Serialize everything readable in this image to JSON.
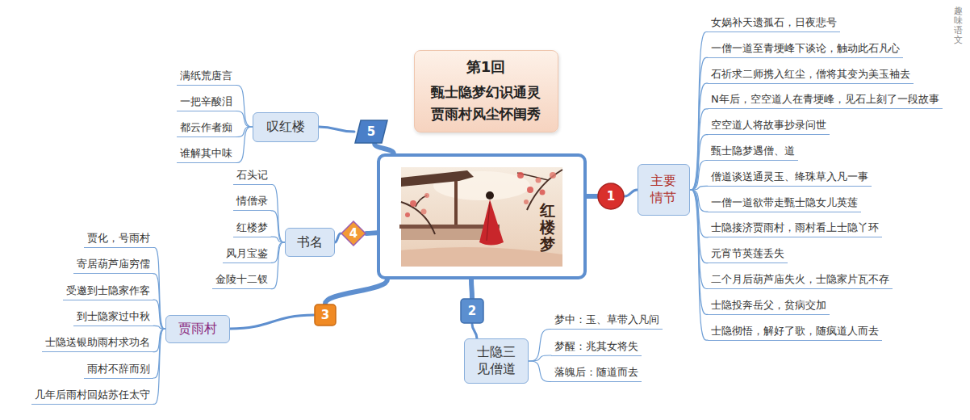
{
  "diagram": {
    "nodes": [
      {
        "text": [
          "第1回",
          "甄士隐梦幻识通灵 贾雨村风尘怀闺秀"
        ]
      },
      {
        "text": [
          "红楼梦"
        ]
      },
      {
        "text": [
          "1"
        ]
      },
      {
        "text": [
          "主要 情节"
        ]
      },
      {
        "text": [
          "女娲补天遗孤石，日夜悲号"
        ]
      },
      {
        "text": [
          "一僧一道至青埂峰下谈论，触动此石凡心"
        ]
      },
      {
        "text": [
          "石祈求二师携入红尘，僧将其变为美玉袖去"
        ]
      },
      {
        "text": [
          "N年后，空空道人在青埂峰，见石上刻了一段故事"
        ]
      },
      {
        "text": [
          "空空道人将故事抄录问世"
        ]
      },
      {
        "text": [
          "甄士隐梦遇僧、道"
        ]
      },
      {
        "text": [
          "僧道谈送通灵玉、绛珠草入凡一事"
        ]
      },
      {
        "text": [
          "一僧一道欲带走甄士隐女儿英莲"
        ]
      },
      {
        "text": [
          "士隐接济贾雨村，雨村看上士隐丫环"
        ]
      },
      {
        "text": [
          "元宵节英莲丢失"
        ]
      },
      {
        "text": [
          "二个月后葫芦庙失火，士隐家片瓦不存"
        ]
      },
      {
        "text": [
          "士隐投奔岳父，贫病交加"
        ]
      },
      {
        "text": [
          "士隐彻悟，解好了歌，随疯道人而去"
        ]
      },
      {
        "text": [
          "2"
        ]
      },
      {
        "text": [
          "士隐三 见僧道"
        ]
      },
      {
        "text": [
          "梦中：玉、草带入凡间"
        ]
      },
      {
        "text": [
          "梦醒：兆其女将失"
        ]
      },
      {
        "text": [
          "落魄后：随道而去"
        ]
      },
      {
        "text": [
          "3"
        ]
      },
      {
        "text": [
          "贾雨村"
        ]
      },
      {
        "text": [
          "贾化，号雨村"
        ]
      },
      {
        "text": [
          "寄居葫芦庙穷儒"
        ]
      },
      {
        "text": [
          "受邀到士隐家作客"
        ]
      },
      {
        "text": [
          "到士隐家过中秋"
        ]
      },
      {
        "text": [
          "士隐送银助雨村求功名"
        ]
      },
      {
        "text": [
          "雨村不辞而别"
        ]
      },
      {
        "text": [
          "几年后雨村回姑苏任太守"
        ]
      },
      {
        "text": [
          "4"
        ]
      },
      {
        "text": [
          "书名"
        ]
      },
      {
        "text": [
          "石头记"
        ]
      },
      {
        "text": [
          "情僧录"
        ]
      },
      {
        "text": [
          "红楼梦"
        ]
      },
      {
        "text": [
          "风月宝鉴"
        ]
      },
      {
        "text": [
          "金陵十二钗"
        ]
      },
      {
        "text": [
          "5"
        ]
      },
      {
        "text": [
          "叹红楼"
        ]
      },
      {
        "text": [
          "满纸荒唐言"
        ]
      },
      {
        "text": [
          "一把辛酸泪"
        ]
      },
      {
        "text": [
          "都云作者痴"
        ]
      },
      {
        "text": [
          "谁解其中味"
        ]
      }
    ],
    "edges": [
      {
        "from": 1,
        "to": 2,
        "arrow": "none"
      },
      {
        "from": 2,
        "to": 3,
        "arrow": "none"
      },
      {
        "from": 3,
        "to": 4,
        "arrow": "none"
      },
      {
        "from": 3,
        "to": 5,
        "arrow": "none"
      },
      {
        "from": 3,
        "to": 6,
        "arrow": "none"
      },
      {
        "from": 3,
        "to": 7,
        "arrow": "none"
      },
      {
        "from": 3,
        "to": 8,
        "arrow": "none"
      },
      {
        "from": 3,
        "to": 9,
        "arrow": "none"
      },
      {
        "from": 3,
        "to": 10,
        "arrow": "none"
      },
      {
        "from": 3,
        "to": 11,
        "arrow": "none"
      },
      {
        "from": 3,
        "to": 12,
        "arrow": "none"
      },
      {
        "from": 3,
        "to": 13,
        "arrow": "none"
      },
      {
        "from": 3,
        "to": 14,
        "arrow": "none"
      },
      {
        "from": 3,
        "to": 15,
        "arrow": "none"
      },
      {
        "from": 3,
        "to": 16,
        "arrow": "none"
      },
      {
        "from": 1,
        "to": 17,
        "arrow": "none"
      },
      {
        "from": 17,
        "to": 18,
        "arrow": "none"
      },
      {
        "from": 18,
        "to": 19,
        "arrow": "none"
      },
      {
        "from": 18,
        "to": 20,
        "arrow": "none"
      },
      {
        "from": 18,
        "to": 21,
        "arrow": "none"
      },
      {
        "from": 1,
        "to": 22,
        "arrow": "none"
      },
      {
        "from": 22,
        "to": 23,
        "arrow": "none"
      },
      {
        "from": 23,
        "to": 24,
        "arrow": "none"
      },
      {
        "from": 23,
        "to": 25,
        "arrow": "none"
      },
      {
        "from": 23,
        "to": 26,
        "arrow": "none"
      },
      {
        "from": 23,
        "to": 27,
        "arrow": "none"
      },
      {
        "from": 23,
        "to": 28,
        "arrow": "none"
      },
      {
        "from": 23,
        "to": 29,
        "arrow": "none"
      },
      {
        "from": 23,
        "to": 30,
        "arrow": "none"
      },
      {
        "from": 1,
        "to": 31,
        "arrow": "none"
      },
      {
        "from": 31,
        "to": 32,
        "arrow": "none"
      },
      {
        "from": 32,
        "to": 33,
        "arrow": "none"
      },
      {
        "from": 32,
        "to": 34,
        "arrow": "none"
      },
      {
        "from": 32,
        "to": 35,
        "arrow": "none"
      },
      {
        "from": 32,
        "to": 36,
        "arrow": "none"
      },
      {
        "from": 32,
        "to": 37,
        "arrow": "none"
      },
      {
        "from": 1,
        "to": 38,
        "arrow": "none"
      },
      {
        "from": 38,
        "to": 39,
        "arrow": "none"
      },
      {
        "from": 39,
        "to": 40,
        "arrow": "none"
      },
      {
        "from": 39,
        "to": 41,
        "arrow": "none"
      },
      {
        "from": 39,
        "to": 42,
        "arrow": "none"
      },
      {
        "from": 39,
        "to": 43,
        "arrow": "none"
      }
    ],
    "labels": [
      "趣味语文"
    ]
  }
}
